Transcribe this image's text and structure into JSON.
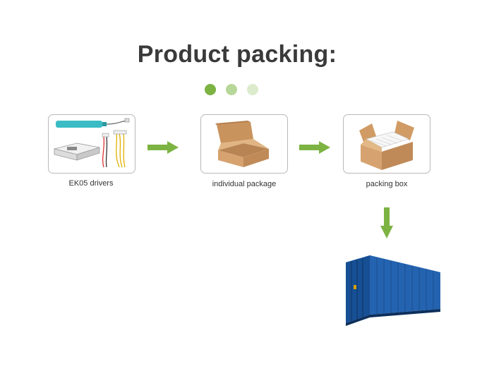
{
  "title": "Product packing:",
  "dots": [
    {
      "color": "#7cb342"
    },
    {
      "color": "#b7d79a"
    },
    {
      "color": "#dcebcc"
    }
  ],
  "steps": [
    {
      "caption": "EK05 drivers"
    },
    {
      "caption": "individual package"
    },
    {
      "caption": "packing box"
    }
  ],
  "colors": {
    "arrow": "#7cb342",
    "cardBorder": "#b9b9b9",
    "battery": "#3bbcc4",
    "cardboard": "#d6a370",
    "container": "#1f5fae"
  }
}
